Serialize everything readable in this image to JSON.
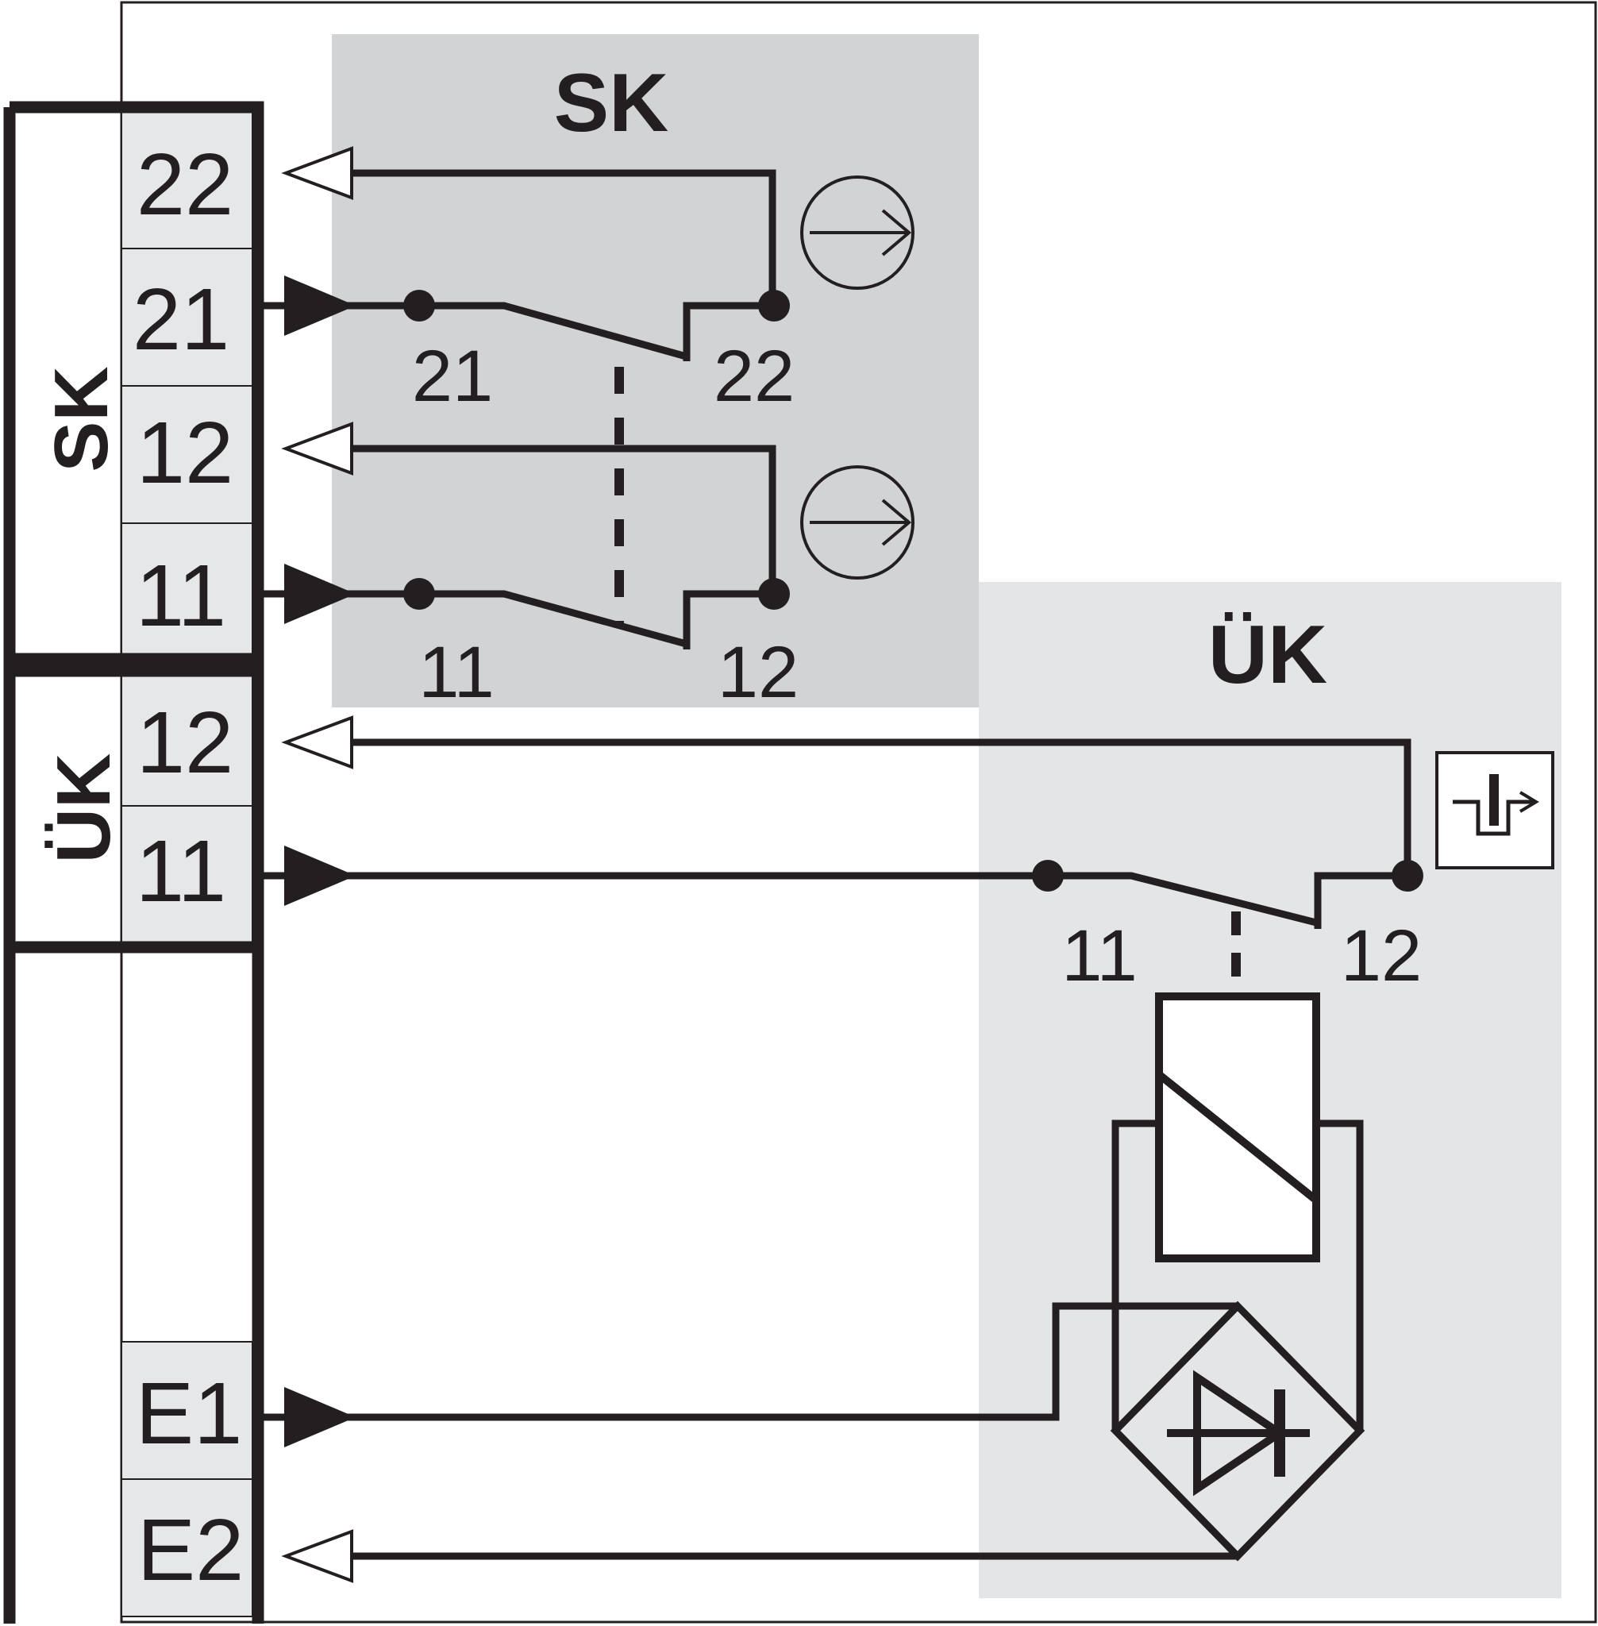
{
  "colors": {
    "ink": "#231f20",
    "sk_region": "#d2d3d5",
    "uk_region": "#e4e5e7",
    "terminal_fill": "#e6e7e8",
    "background": "#ffffff"
  },
  "terminal_block": {
    "groups": [
      {
        "label": "SK",
        "terminals": [
          "22",
          "21",
          "12",
          "11"
        ]
      },
      {
        "label": "ÜK",
        "terminals": [
          "12",
          "11"
        ]
      },
      {
        "label": "",
        "terminals": [
          "E1",
          "E2"
        ]
      }
    ]
  },
  "sk_section": {
    "title": "SK",
    "contacts": [
      {
        "left_label": "21",
        "right_label": "22"
      },
      {
        "left_label": "11",
        "right_label": "12"
      }
    ],
    "actuator_symbol": "forced-opening-arrow-icon"
  },
  "uk_section": {
    "title": "ÜK",
    "contact": {
      "left_label": "11",
      "right_label": "12"
    },
    "symbols": [
      "monitoring-switch-icon",
      "coil-icon",
      "rectifier-diode-icon"
    ]
  }
}
